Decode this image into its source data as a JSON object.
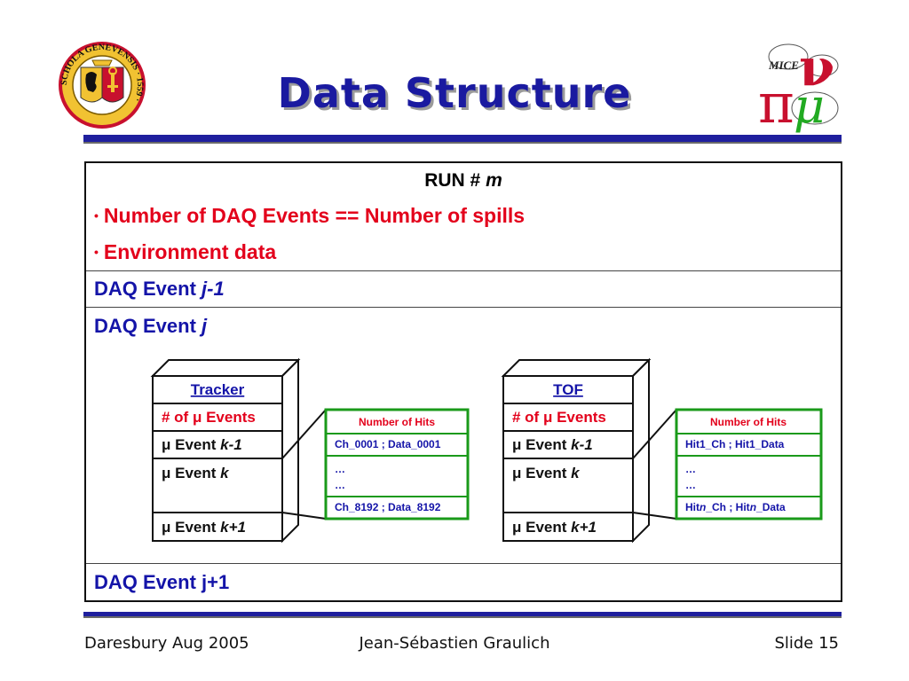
{
  "title": "Data Structure",
  "run": {
    "label": "RUN # ",
    "var": "m",
    "bullets": [
      "Number of DAQ Events == Number of spills",
      "Environment data"
    ],
    "bullet_color": "#e3001b"
  },
  "events": {
    "prev_label": "DAQ Event ",
    "prev_var": "j-1",
    "curr_label": "DAQ Event ",
    "curr_var": "j",
    "next_label": "DAQ Event  j+1"
  },
  "tracker": {
    "header": "Tracker",
    "rows": [
      "# of μ Events",
      "μ Event k-1",
      "μ Event k",
      "μ Event k+1"
    ],
    "hits": {
      "header": "Number of Hits",
      "first": "Ch_0001 ; Data_0001",
      "ellipsis1": "…",
      "ellipsis2": "…",
      "last": "Ch_8192 ; Data_8192"
    }
  },
  "tof": {
    "header": "TOF",
    "rows": [
      "# of μ Events",
      "μ Event k-1",
      "μ Event k",
      "μ Event k+1"
    ],
    "hits": {
      "header": "Number of Hits",
      "first": "Hit1_Ch ; Hit1_Data",
      "ellipsis1": "…",
      "ellipsis2": "…",
      "last": "Hitn_Ch ; Hitn_Data"
    }
  },
  "logos": {
    "left_seal_text": "SCHOLA GENEVENSIS · 1559 ·",
    "right_logo_text": "MICE",
    "right_logo_symbols": "π ν μ"
  },
  "footer": {
    "left": "Daresbury Aug 2005",
    "center": "Jean-Sébastien Graulich",
    "right": "Slide 15"
  },
  "colors": {
    "title": "#1a1aa0",
    "daq_event": "#1414a8",
    "tracker_header": "#1414a8",
    "hits_box_border": "#1a9a1a",
    "hits_header": "#e3001b"
  }
}
